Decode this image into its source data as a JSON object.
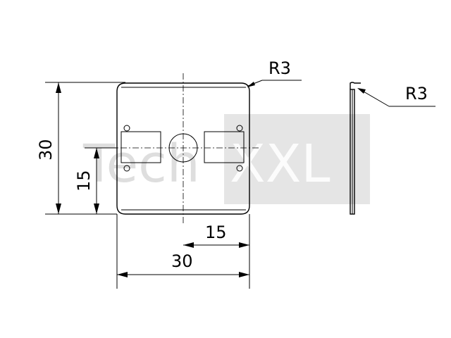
{
  "dimensions": {
    "height_total": "30",
    "height_half": "15",
    "width_half": "15",
    "width_total": "30",
    "radius_front": "R3",
    "radius_side": "R3"
  },
  "watermark": {
    "text_left": "Tech",
    "text_right": "XXL"
  },
  "colors": {
    "line": "#000000",
    "watermark": "#cccccc"
  }
}
